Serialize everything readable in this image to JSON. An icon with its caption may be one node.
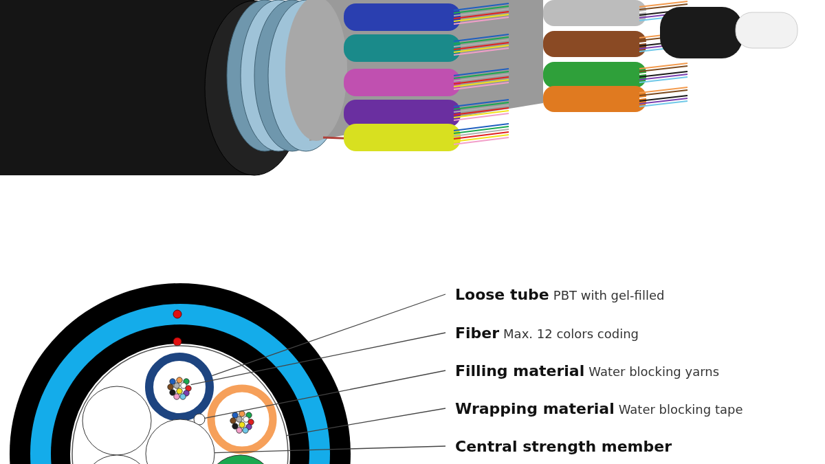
{
  "diagram": {
    "nodes": [
      {
        "text": [
          "Loose tube",
          "PBT with gel-filled"
        ]
      },
      {
        "text": [
          "Fiber",
          "Max. 12 colors coding"
        ]
      },
      {
        "text": [
          "Filling material",
          "Water blocking yarns"
        ]
      },
      {
        "text": [
          "Wrapping material",
          "Water blocking tape"
        ]
      },
      {
        "text": [
          "Central strength member"
        ]
      },
      {
        "text": [],
        "shape": "circle"
      },
      {
        "text": [],
        "shape": "circle",
        "in": 5
      },
      {
        "text": [],
        "shape": "circle",
        "in": 6
      },
      {
        "text": [],
        "shape": "circle",
        "in": 5
      },
      {
        "text": [],
        "shape": "circle",
        "in": 5
      }
    ],
    "edges": [
      {
        "from": 0,
        "to": 6,
        "arrow": "none"
      },
      {
        "from": 1,
        "to": 7,
        "arrow": "none"
      },
      {
        "from": 2,
        "to": 8,
        "arrow": "none"
      },
      {
        "from": 3,
        "to": 5,
        "arrow": "none"
      },
      {
        "from": 4,
        "to": 9,
        "arrow": "none"
      }
    ]
  }
}
